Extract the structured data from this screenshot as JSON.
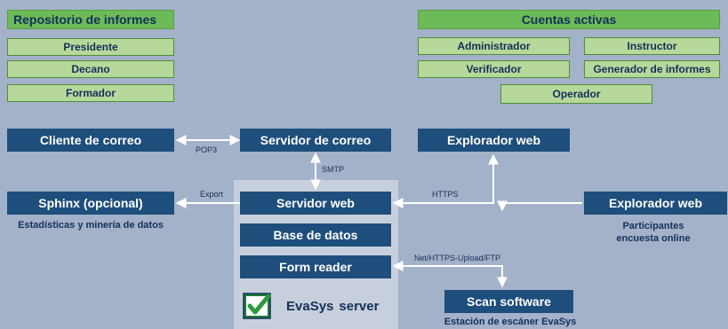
{
  "repository": {
    "title": "Repositorio de informes",
    "items": [
      "Presidente",
      "Decano",
      "Formador"
    ]
  },
  "accounts": {
    "title": "Cuentas activas",
    "items": [
      "Administrador",
      "Instructor",
      "Verificador",
      "Generador de informes",
      "Operador"
    ]
  },
  "nodes": {
    "mail_client": "Cliente de correo",
    "mail_server": "Servidor de correo",
    "web_browser_top": "Explorador web",
    "sphinx": "Sphinx (opcional)",
    "sphinx_sub": "Estadísticas y minería de datos",
    "web_server": "Servidor web",
    "database": "Base de datos",
    "form_reader": "Form reader",
    "web_browser_right": "Explorador web",
    "web_browser_right_sub": "Participantes encuesta online",
    "scan_software": "Scan software",
    "scan_sub": "Estación de escáner EvaSys"
  },
  "edge_labels": {
    "pop3": "POP3",
    "smtp": "SMTP",
    "export": "Export",
    "https": "HTTPS",
    "upload": "Net/HTTPS-Upload/FTP"
  },
  "brand": {
    "name": "EvaSys",
    "suffix": "server"
  },
  "colors": {
    "background": "#a3b2c8",
    "green_header": "#6dba58",
    "green_item": "#b6d89a",
    "dark_box": "#1e4e7c",
    "server_panel": "#c7cfdc",
    "text_dark": "#13305a"
  }
}
